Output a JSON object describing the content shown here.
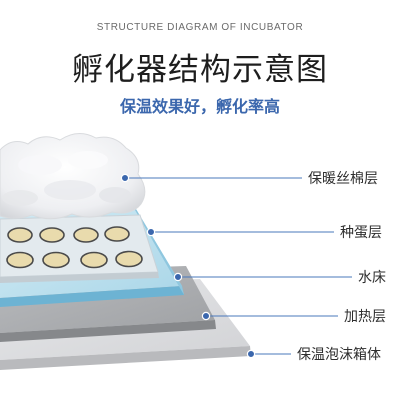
{
  "header": {
    "eyebrow": "STRUCTURE DIAGRAM OF INCUBATOR",
    "title": "孵化器结构示意图",
    "subtitle": "保温效果好，孵化率高"
  },
  "layers": [
    {
      "label": "保暖丝棉层"
    },
    {
      "label": "种蛋层"
    },
    {
      "label": "水床"
    },
    {
      "label": "加热层"
    },
    {
      "label": "保温泡沫箱体"
    }
  ],
  "colors": {
    "accent": "#3b67ad",
    "leader_line": "#4a78bb"
  }
}
